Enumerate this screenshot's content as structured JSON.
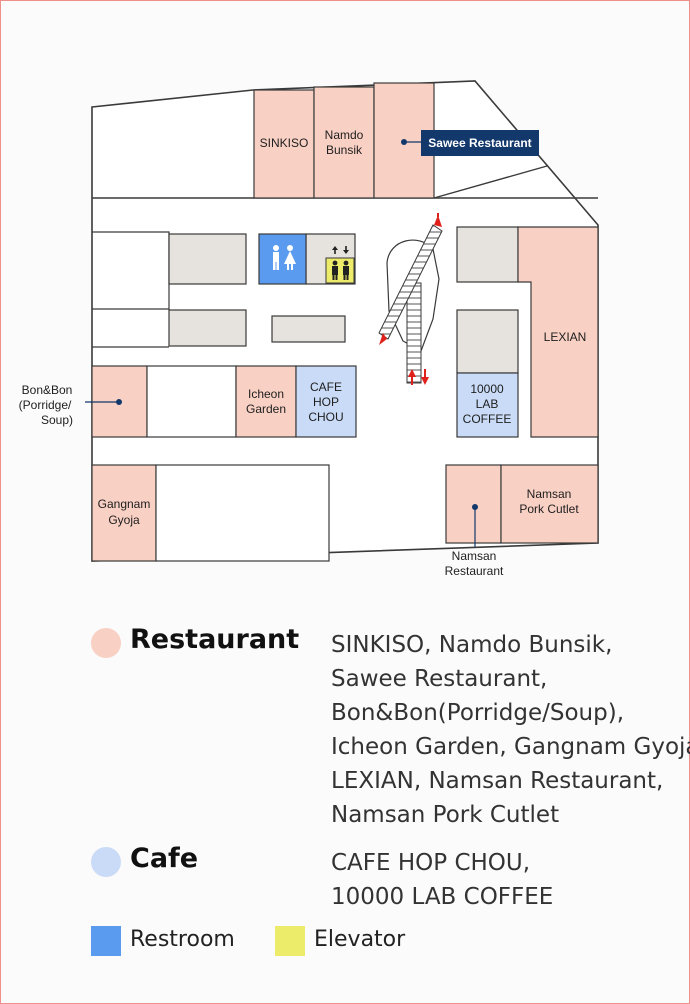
{
  "colors": {
    "restaurant": "#f9d0c4",
    "cafe": "#c9dbf7",
    "restroom": "#5b9bef",
    "elevator": "#eceb6a",
    "facility": "#e6e2de",
    "wall": "#3a3a3a",
    "callout": "#13386b",
    "arrow": "#e0211b"
  },
  "map": {
    "stores": {
      "sinkiso": "SINKISO",
      "namdo": [
        "Namdo",
        "Bunsik"
      ],
      "sawee": "Sawee Restaurant",
      "lexian": "LEXIAN",
      "bonbon": [
        "Bon&Bon",
        "(Porridge/",
        "Soup)"
      ],
      "icheon": [
        "Icheon",
        "Garden"
      ],
      "cafehop": [
        "CAFE",
        "HOP",
        "CHOU"
      ],
      "lab": [
        "10000",
        "LAB",
        "COFFEE"
      ],
      "gangnam": [
        "Gangnam",
        "Gyoja"
      ],
      "namsan_cutlet": [
        "Namsan",
        "Pork Cutlet"
      ],
      "namsan_rest": [
        "Namsan",
        "Restaurant"
      ]
    },
    "icons": {
      "restroom": "restroom-icon",
      "elevator": "elevator-icon",
      "escalator": "escalator-icon"
    }
  },
  "legend": {
    "restaurant": {
      "title": "Restaurant",
      "lines": [
        "SINKISO, Namdo Bunsik,",
        "Sawee Restaurant,",
        "Bon&Bon(Porridge/Soup),",
        "Icheon Garden, Gangnam Gyoja,",
        "LEXIAN, Namsan Restaurant,",
        "Namsan Pork Cutlet"
      ]
    },
    "cafe": {
      "title": "Cafe",
      "lines": [
        "CAFE HOP CHOU,",
        "10000 LAB COFFEE"
      ]
    },
    "restroom": "Restroom",
    "elevator": "Elevator"
  }
}
